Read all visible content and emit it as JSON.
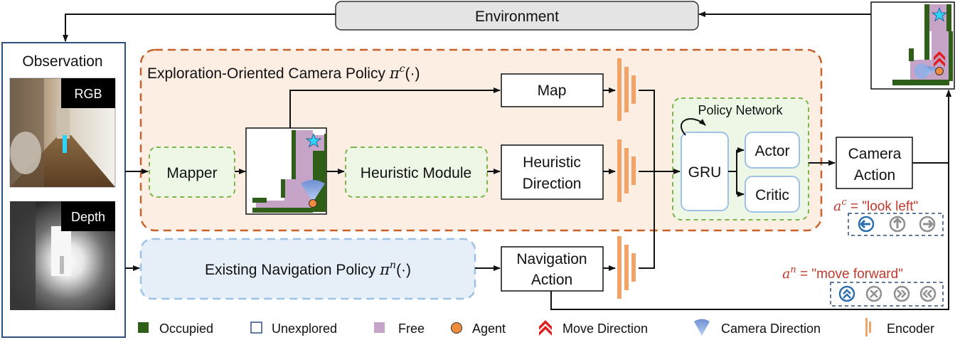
{
  "environment": "Environment",
  "observation": {
    "title": "Observation",
    "rgb_label": "RGB",
    "depth_label": "Depth"
  },
  "camera_policy": {
    "title_text": "Exploration-Oriented Camera Policy ",
    "symbol": "π",
    "superscript": "c",
    "arg": "(·)"
  },
  "mapper": "Mapper",
  "map": "Map",
  "heuristic_module": "Heuristic Module",
  "heuristic_direction": [
    "Heuristic",
    "Direction"
  ],
  "policy_network": {
    "title": "Policy Network",
    "gru": "GRU",
    "actor": "Actor",
    "critic": "Critic"
  },
  "camera_action": [
    "Camera",
    "Action"
  ],
  "camera_action_example": {
    "var": "a",
    "sup": "c",
    "text": " = \"look left\""
  },
  "navigation_policy": {
    "title_text": "Existing Navigation Policy ",
    "symbol": "π",
    "superscript": "n",
    "arg": "(·)"
  },
  "navigation_action": [
    "Navigation",
    "Action"
  ],
  "navigation_action_example": {
    "var": "a",
    "sup": "n",
    "text": " = \"move forward\""
  },
  "legend": [
    {
      "label": "Occupied",
      "icon": "occupied-square"
    },
    {
      "label": "Unexplored",
      "icon": "unexplored-square"
    },
    {
      "label": "Free",
      "icon": "free-square"
    },
    {
      "label": "Agent",
      "icon": "agent-dot"
    },
    {
      "label": "Move Direction",
      "icon": "move-direction-chevron"
    },
    {
      "label": "Camera Direction",
      "icon": "camera-direction-cone"
    },
    {
      "label": "Encoder",
      "icon": "encoder-bars"
    }
  ],
  "colors": {
    "occupied": "#2e5e17",
    "free": "#c6a4c8",
    "agent": "#f08a3c",
    "move_direction": "#e02020",
    "camera_direction": "#6d8fd4",
    "encoder": "#f0a46a",
    "camera_policy_fill": "#fdeee4",
    "camera_policy_border": "#c8622a",
    "navigation_fill": "#e6eff8",
    "navigation_border": "#9cc3e6",
    "green_box_fill": "#eef6e6",
    "green_box_border": "#7ab648",
    "action_example_text": "#c0392b",
    "action_icon_selected": "#2f6fb0",
    "action_icon_unselected": "#909090"
  }
}
